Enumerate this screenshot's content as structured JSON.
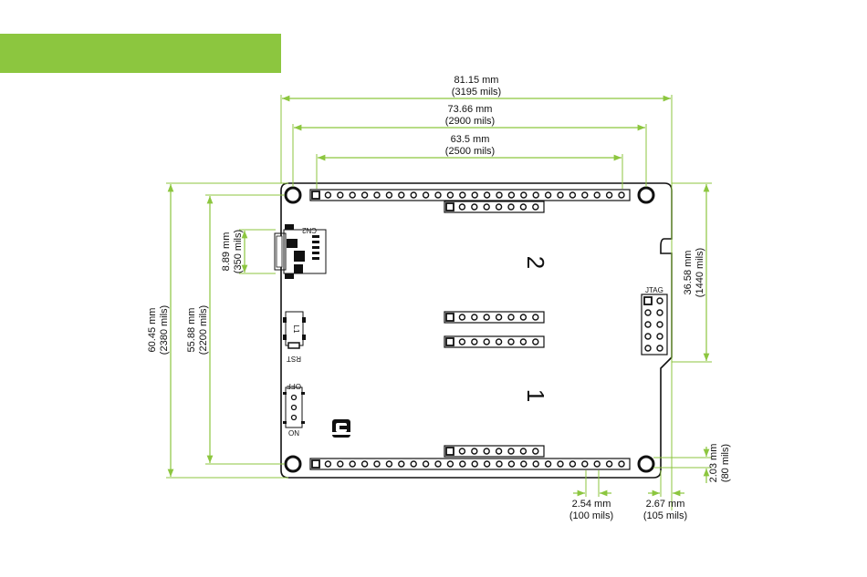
{
  "colors": {
    "accent": "#8cc63f",
    "board_outline": "#111111",
    "background": "#ffffff"
  },
  "dimensions": {
    "width_total": {
      "mm": "81.15 mm",
      "mils": "(3195 mils)"
    },
    "width_mount": {
      "mm": "73.66 mm",
      "mils": "(2900 mils)"
    },
    "width_headers": {
      "mm": "63.5 mm",
      "mils": "(2500 mils)"
    },
    "height_total": {
      "mm": "60.45 mm",
      "mils": "(2380 mils)"
    },
    "height_mount": {
      "mm": "55.88 mm",
      "mils": "(2200 mils)"
    },
    "usb_height": {
      "mm": "8.89 mm",
      "mils": "(350 mils)"
    },
    "right_height": {
      "mm": "36.58 mm",
      "mils": "(1440 mils)"
    },
    "pin_pitch": {
      "mm": "2.54 mm",
      "mils": "(100 mils)"
    },
    "edge_offset": {
      "mm": "2.67 mm",
      "mils": "(105 mils)"
    },
    "bottom_offset": {
      "mm": "2.03 mm",
      "mils": "(80 mils)"
    }
  },
  "board": {
    "labels": {
      "cn2": "CN2",
      "rst": "RST",
      "l1": "L1",
      "off": "OFF",
      "on": "ON",
      "jtag": "JTAG",
      "slot2": "2",
      "slot1": "1"
    },
    "logo": "mikroe-logo-icon"
  }
}
